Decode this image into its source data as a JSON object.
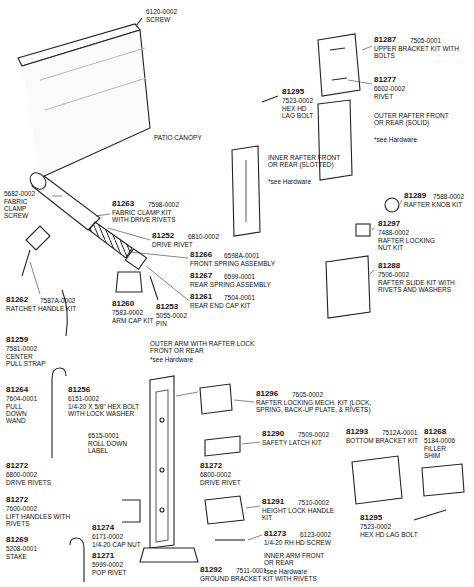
{
  "diagram": {
    "labels": [
      "6120-0002",
      "SCREW",
      "PATIO CANOPY",
      "5682-0002",
      "FABRIC CLAMP SCREW",
      "81263",
      "7598-0002",
      "FABRIC CLAMP KIT WITH DRIVE RIVETS",
      "81252",
      "6810-0002",
      "DRIVE RIVET",
      "81266",
      "6598A-0001",
      "FRONT SPRING ASSEMBLY",
      "81267",
      "6599-0001",
      "REAR SPRING ASSEMBLY",
      "81261",
      "7504-0001",
      "REAR END CAP KIT",
      "81262",
      "7587A-0002",
      "RATCHET HANDLE KIT",
      "81260",
      "7583-0002",
      "ARM CAP KIT",
      "81253",
      "5055-0002",
      "PIN",
      "81259",
      "7581-0002",
      "CENTER PULL STRAP",
      "81264",
      "7604-0001",
      "PULL DOWN WAND",
      "OUTER ARM WITH RAFTER LOCK FRONT OR REAR",
      "*see Hardware",
      "81256",
      "6151-0002",
      "1/4-20 X 5/8\" HEX BOLT WITH LOCK WASHER",
      "6515-0001",
      "ROLL DOWN LABEL",
      "81296",
      "7605-0002",
      "RAFTER LOCKING MECH. KIT (LOCK, SPRING, BACK-UP PLATE, & RIVETS)",
      "81290",
      "7509-0002",
      "SAFETY LATCH KIT",
      "81272",
      "6800-0002",
      "DRIVE RIVET",
      "81272",
      "6800-0002",
      "DRIVE RIVETS",
      "81272",
      "7600-0002",
      "LIFT HANDLES WITH RIVETS",
      "81291",
      "7510-0002",
      "HEIGHT LOCK HANDLE KIT",
      "81269",
      "5208-0001",
      "STAKE",
      "81274",
      "6171-0002",
      "1/4-20 CAP NUT",
      "81271",
      "5999-0002",
      "POP RIVET",
      "81292",
      "7511-0001",
      "GROUND BRACKET KIT WITH RIVETS",
      "81273",
      "6123-0002",
      "1/4-20 RH HD SCREW",
      "INNER ARM FRONT OR REAR",
      "*see Hardware",
      "81293",
      "7512A-0001",
      "BOTTOM BRACKET KIT",
      "81268",
      "5184-0006",
      "FILLER SHIM",
      "81295",
      "7523-0002",
      "HEX HD LAG BOLT",
      "81287",
      "7505-0001",
      "UPPER BRACKET KIT WITH BOLTS",
      "81277",
      "6602-0002",
      "RIVET",
      "81295",
      "7523-0002",
      "HEX HD LAG BOLT",
      "OUTER RAFTER FRONT OR REAR (SOLID)",
      "*see Hardware",
      "INNER RAFTER FRONT OR REAR (SLOTTED)",
      "*see Hardware",
      "81289",
      "7588-0002",
      "RAFTER KNOB KIT",
      "81297",
      "7488-0002",
      "RAFTER LOCKING NUT KIT",
      "81288",
      "7506-0002",
      "RAFTER SLIDE KIT WITH RIVETS AND WASHERS"
    ]
  }
}
